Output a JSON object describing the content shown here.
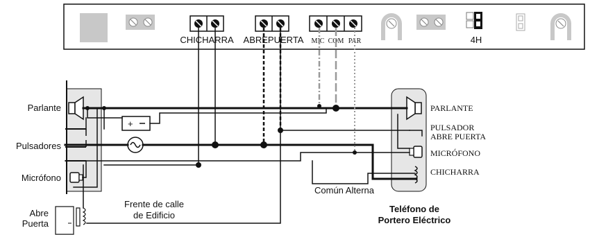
{
  "panel": {
    "terminal_groups": {
      "chicharra": "CHICHARRA",
      "abrepuerta": "ABREPUERTA",
      "mic": "MIC",
      "com": "COM",
      "par": "PAR",
      "jumper": "4H"
    }
  },
  "street_unit": {
    "parlante": "Parlante",
    "pulsadores": "Pulsadores",
    "microfono": "Micrófono",
    "abre_puerta_line1": "Abre",
    "abre_puerta_line2": "Puerta",
    "frente_line1": "Frente de calle",
    "frente_line2": "de Edificio"
  },
  "phone_unit": {
    "parlante": "PARLANTE",
    "pulsador_line1": "PULSADOR",
    "pulsador_line2": "ABRE PUERTA",
    "microfono": "MICRÓFONO",
    "chicharra": "CHICHARRA",
    "title_line1": "Teléfono de",
    "title_line2": "Portero Eléctrico"
  },
  "wiring": {
    "comun_alterna": "Común Alterna"
  },
  "colors": {
    "wire": "#111111",
    "dashed_wire": "#999999",
    "box_fill": "#e6e6e6",
    "terminal_fill": "#c8c8c8"
  }
}
